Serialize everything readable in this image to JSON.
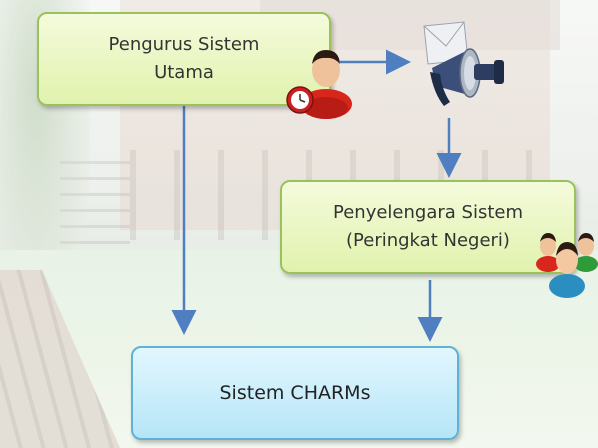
{
  "nodes": {
    "pengurus": {
      "lines": [
        "Pengurus Sistem",
        "Utama"
      ]
    },
    "penyelenggara": {
      "lines": [
        "Penyelengara Sistem",
        "(Peringkat Negeri)"
      ]
    },
    "charms": {
      "label": "Sistem CHARMs"
    }
  },
  "icons": {
    "admin": "user-clock-icon",
    "announce": "megaphone-email-icon",
    "group": "user-group-icon"
  },
  "colors": {
    "arrow": "#4f7fc0",
    "green_box": "#e1f2ad",
    "blue_box": "#b6e5f7"
  }
}
